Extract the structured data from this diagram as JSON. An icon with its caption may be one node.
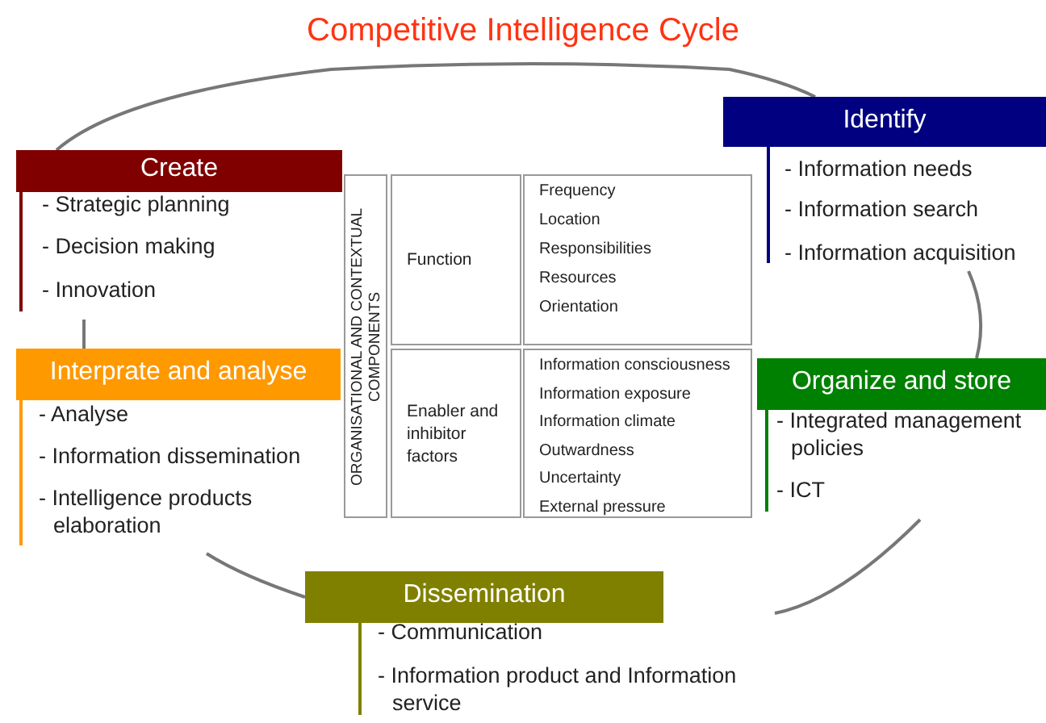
{
  "diagram": {
    "title": "Competitive Intelligence Cycle",
    "nodes": [
      {
        "text": [
          "Create",
          "- Strategic planning",
          "- Decision making",
          "- Innovation"
        ]
      },
      {
        "text": [
          "Identify",
          "- Information needs",
          "- Information search",
          "- Information acquisition"
        ]
      },
      {
        "text": [
          "Interprate and analyse",
          "- Analyse",
          "- Information dissemination",
          "- Intelligence products elaboration"
        ]
      },
      {
        "text": [
          "Organize and store",
          "- Integrated management policies",
          "- ICT"
        ]
      },
      {
        "text": [
          "Dissemination",
          "- Communication",
          "- Information product and Information service"
        ]
      },
      {
        "text": [
          "ORGANISATIONAL AND CONTEXTUAL COMPONENTS"
        ]
      },
      {
        "text": [
          "Function"
        ]
      },
      {
        "text": [
          "Frequency",
          "Location",
          "Responsibilities",
          "Resources",
          "Orientation"
        ]
      },
      {
        "text": [
          "Enabler and inhibitor factors"
        ]
      },
      {
        "text": [
          "Information consciousness",
          "Information exposure",
          "Information climate",
          "Outwardness",
          "Uncertainty",
          "External pressure"
        ]
      }
    ],
    "edges": [
      {
        "from": 0,
        "to": 1,
        "arrow": "none"
      },
      {
        "from": 1,
        "to": 3,
        "arrow": "none"
      },
      {
        "from": 3,
        "to": 4,
        "arrow": "none"
      },
      {
        "from": 4,
        "to": 2,
        "arrow": "none"
      },
      {
        "from": 2,
        "to": 0,
        "arrow": "none"
      }
    ]
  }
}
